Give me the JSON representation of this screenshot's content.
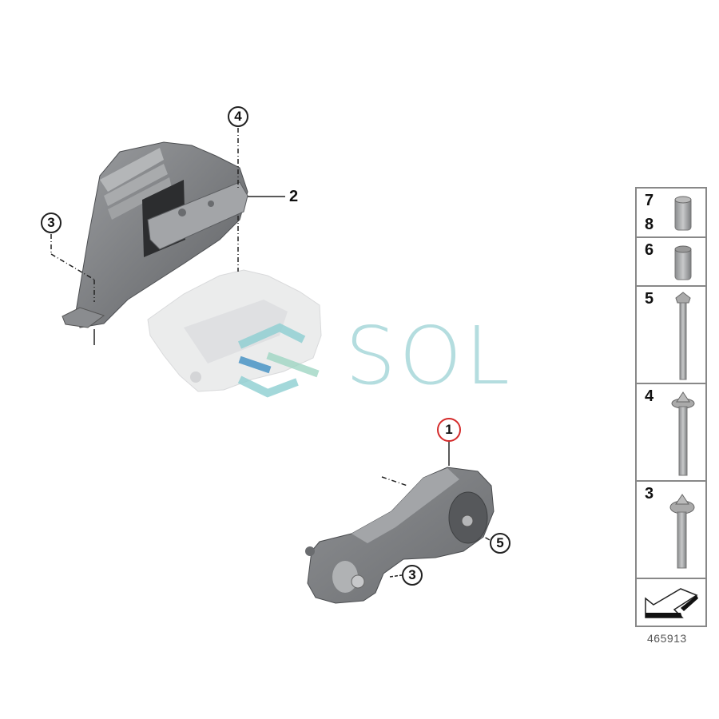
{
  "diagram": {
    "type": "exploded parts diagram",
    "subject": "engine / transmission mounts",
    "diagram_number": "465913",
    "callouts": [
      {
        "id": "callout-4-top",
        "label": "4",
        "highlighted": false
      },
      {
        "id": "callout-2",
        "label": "2",
        "highlighted": false
      },
      {
        "id": "callout-3-left",
        "label": "3",
        "highlighted": false
      },
      {
        "id": "callout-1",
        "label": "1",
        "highlighted": true,
        "highlight_color": "#d42a2a"
      },
      {
        "id": "callout-5",
        "label": "5",
        "highlighted": false
      },
      {
        "id": "callout-3-bottom",
        "label": "3",
        "highlighted": false
      }
    ]
  },
  "parts_panel": {
    "rows": [
      {
        "labels": [
          "7",
          "8"
        ],
        "part": "threaded-sleeve"
      },
      {
        "labels": [
          "6"
        ],
        "part": "sleeve"
      },
      {
        "labels": [
          "5"
        ],
        "part": "long-flange-bolt"
      },
      {
        "labels": [
          "4"
        ],
        "part": "torx-flange-bolt"
      },
      {
        "labels": [
          "3"
        ],
        "part": "short-torx-flange-bolt"
      },
      {
        "labels": [],
        "part": "direction-arrow-icon"
      }
    ]
  },
  "watermark": {
    "text": "SOL",
    "color": "#a8d8da"
  },
  "colors": {
    "part_gray": "#7d7f82",
    "part_light": "#e6e7e8",
    "callout_red": "#d42a2a",
    "outline": "#888888"
  }
}
